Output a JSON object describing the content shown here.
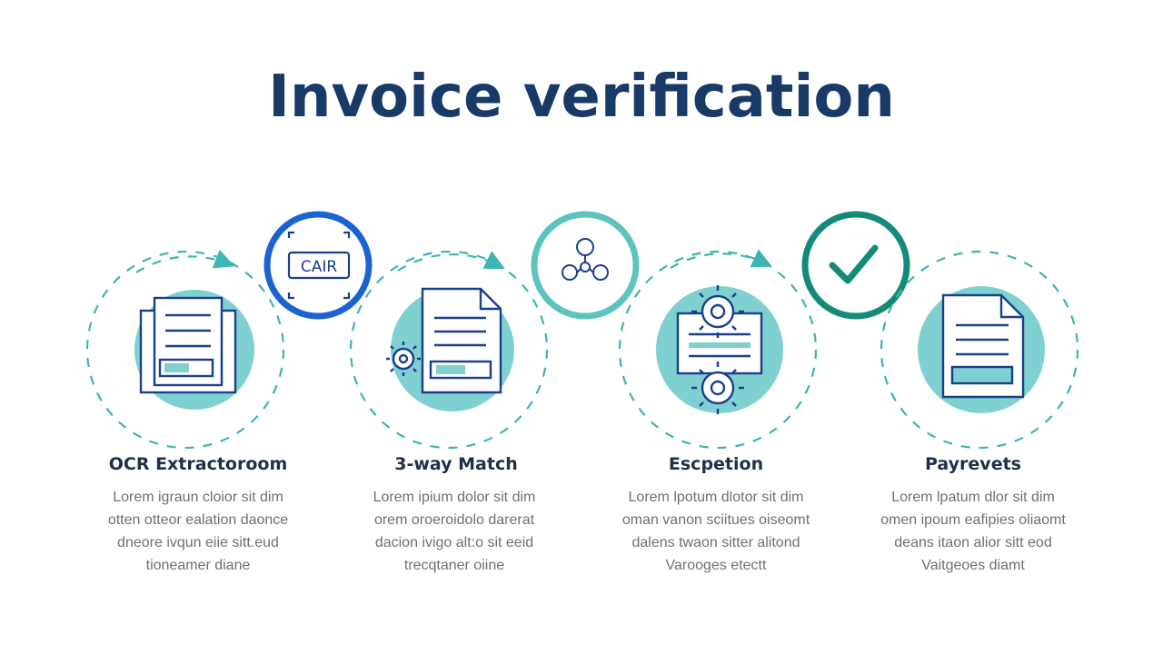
{
  "title": "Invoice verification",
  "colors": {
    "title": "#173a66",
    "teal_fill": "#7fd0d0",
    "teal_dark": "#2fa9a5",
    "blue_ring": "#1b63d1",
    "green_ring": "#148a78",
    "icon_stroke": "#1b3f8a",
    "text": "#6b7076"
  },
  "connectors": [
    {
      "icon": "ocr-scan-icon",
      "label": "CAIR"
    },
    {
      "icon": "network-nodes-icon"
    },
    {
      "icon": "checkmark-icon"
    }
  ],
  "steps": [
    {
      "icon": "invoice-document-icon",
      "title": "OCR Extractoroom",
      "desc": [
        "Lorem igraun cloior sit dim",
        "otten otteor ealation daonce",
        "dneore ivqun eiie sitt.eud",
        "tioneamer diane"
      ]
    },
    {
      "icon": "document-gear-icon",
      "title": "3-way Match",
      "desc": [
        "Lorem ipium dolor sit dim",
        "orem oroeroidolo darerat",
        "dacion ivigo alt:o sit eeid",
        "trecqtaner oiine"
      ]
    },
    {
      "icon": "gears-document-icon",
      "title": "Escpetion",
      "desc": [
        "Lorem lpotum dlotor sit dim",
        "oman vanon sciitues oiseomt",
        "dalens twaon sitter alitond",
        "Varooges etectt"
      ]
    },
    {
      "icon": "payment-document-icon",
      "title": "Payrevets",
      "desc": [
        "Lorem lpatum dlor sit dim",
        "omen ipoum eafipies oliaomt",
        "deans itaon alior sitt eod",
        "Vaitgeoes diamt"
      ]
    }
  ]
}
